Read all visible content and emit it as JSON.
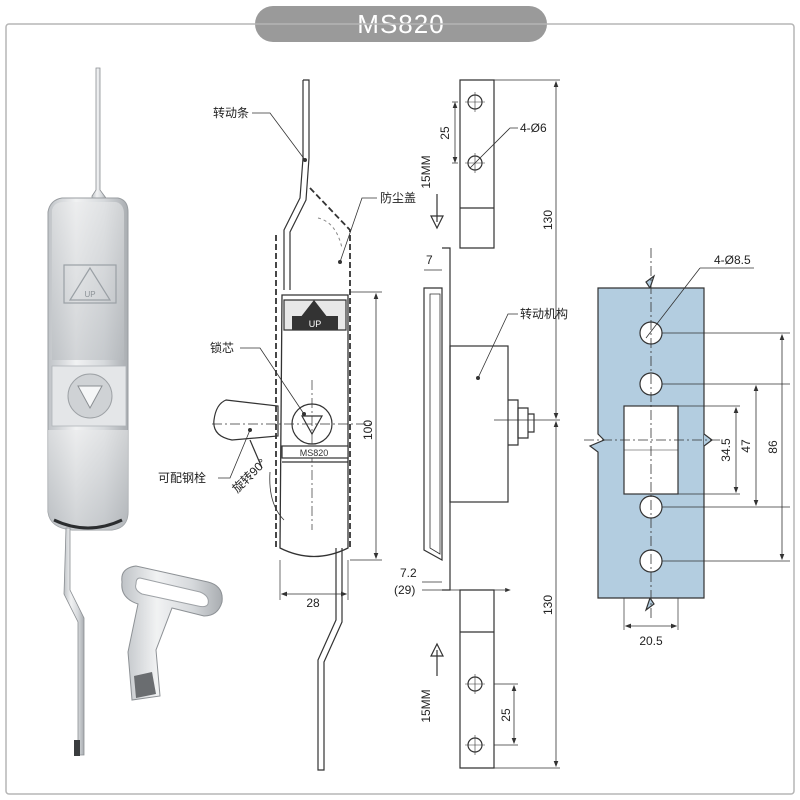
{
  "title": "MS820",
  "side_view_labels": {
    "rod": "转动条",
    "dust_cover": "防尘盖",
    "lock_core": "锁芯",
    "steel_pin": "可配钢栓",
    "rotate": "旋转90°",
    "logo": "UP",
    "brand": "MS820"
  },
  "side_view_dims": {
    "height": "100",
    "width": "28"
  },
  "front_view_labels": {
    "holes_top": "4-Ø6",
    "mechanism": "转动机构",
    "stroke_top": "15MM",
    "stroke_bottom": "15MM"
  },
  "front_view_dims": {
    "top_spacing": "25",
    "bottom_spacing": "25",
    "length_top": "130",
    "length_bottom": "130",
    "depth_top": "7",
    "depth_bottom": "7.2",
    "depth_total": "(29)"
  },
  "cutout_labels": {
    "holes": "4-Ø8.5"
  },
  "cutout_dims": {
    "inner": "34.5",
    "mid": "47",
    "outer": "86",
    "width": "20.5"
  },
  "colors": {
    "title_bg": "#9a9a9a",
    "cutout_fill": "#b3cde0",
    "line": "#333333"
  }
}
